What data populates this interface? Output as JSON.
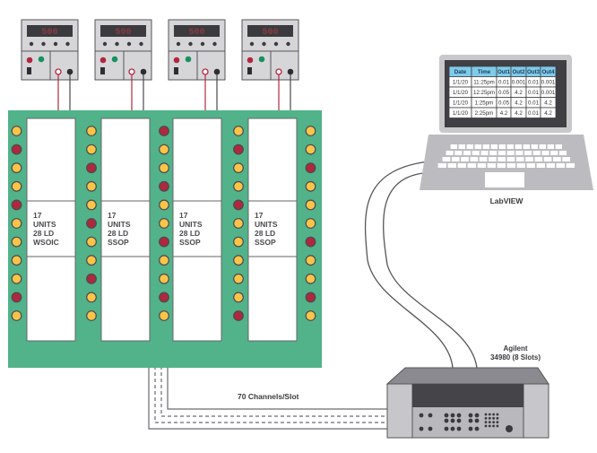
{
  "diagram": {
    "power_supplies": [
      {
        "display": "500"
      },
      {
        "display": "500"
      },
      {
        "display": "500"
      },
      {
        "display": "500"
      }
    ],
    "board": {
      "sockets": [
        {
          "count": "17",
          "units": "UNITS",
          "package_size": "28 LD",
          "package_type": "WSOIC"
        },
        {
          "count": "17",
          "units": "UNITS",
          "package_size": "28 LD",
          "package_type": "SSOP"
        },
        {
          "count": "17",
          "units": "UNITS",
          "package_size": "28 LD",
          "package_type": "SSOP"
        },
        {
          "count": "17",
          "units": "UNITS",
          "package_size": "28 LD",
          "package_type": "SSOP"
        }
      ],
      "led_columns": [
        [
          "Y",
          "R",
          "Y",
          "Y",
          "R",
          "Y",
          "Y",
          "Y",
          "Y",
          "R",
          "Y"
        ],
        [
          "Y",
          "Y",
          "R",
          "Y",
          "Y",
          "R",
          "Y",
          "Y",
          "R",
          "Y",
          "Y"
        ],
        [
          "R",
          "Y",
          "Y",
          "R",
          "Y",
          "Y",
          "R",
          "Y",
          "Y",
          "R",
          "Y"
        ],
        [
          "Y",
          "R",
          "Y",
          "Y",
          "R",
          "Y",
          "Y",
          "Y",
          "Y",
          "Y",
          "R"
        ],
        [
          "Y",
          "Y",
          "R",
          "Y",
          "Y",
          "Y",
          "R",
          "Y",
          "Y",
          "R",
          "Y"
        ]
      ]
    },
    "laptop": {
      "label": "LabVIEW",
      "table": {
        "headers": [
          "Date",
          "Time",
          "Out1",
          "Out2",
          "Out3",
          "Out4"
        ],
        "rows": [
          [
            "1/1/20",
            "11:25pm",
            "0.01",
            "0.001",
            "0.01",
            "0.001"
          ],
          [
            "1/1/20",
            "12:25pm",
            "0.05",
            "4.2",
            "0.01",
            "0.001"
          ],
          [
            "1/1/20",
            "1:25pm",
            "0.05",
            "4.2",
            "0.01",
            "4.2"
          ],
          [
            "1/1/20",
            "2:25pm",
            "4.2",
            "4.2",
            "0.01",
            "4.2"
          ]
        ]
      }
    },
    "daq": {
      "label_line1": "Agilent",
      "label_line2": "34980 (8 Slots)"
    },
    "cable_label": "70 Channels/Slot",
    "colors": {
      "board_green": "#52b28a",
      "led_yellow": "#fcc447",
      "led_red": "#b0283e",
      "device_gray": "#d6d6d9",
      "dark_gray": "#48484d",
      "table_header_blue": "#7fcbe9",
      "wire_red": "#b0283e"
    }
  }
}
